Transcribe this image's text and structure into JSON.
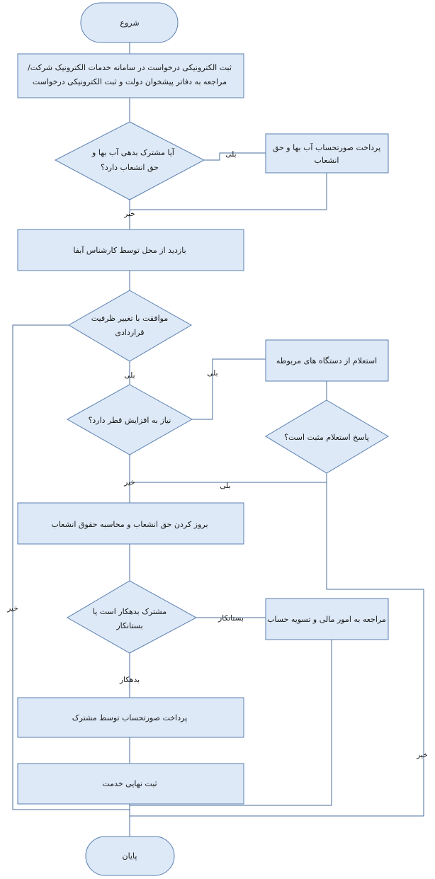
{
  "flowchart": {
    "nodes": {
      "start": "شروع",
      "register_line1": "ثبت الکترونیکی درخواست در سامانه خدمات الکترونیک شرکت/",
      "register_line2": "مراجعه به دفاتر پیشخوان دولت و ثبت الکترونیکی درخواست",
      "debt_q_line1": "آیا مشترک بدهی آب بها و",
      "debt_q_line2": "حق انشعاب دارد؟",
      "pay_line1": "پرداخت صورتحساب آب بها و حق",
      "pay_line2": "انشعاب",
      "visit": "بازدید از محل توسط کارشناس آبفا",
      "capacity_q_line1": "موافقت با تغییر ظرفیت",
      "capacity_q_line2": "قراردادی",
      "inquiry": "استعلام از دستگاه های مربوطه",
      "diameter_q": "نیاز به افزایش قطر دارد؟",
      "inquiry_q": "پاسخ استعلام مثبت است؟",
      "update": "بروز کردن حق انشعاب و محاسبه حقوق انشعاب",
      "debtor_q_line1": "مشترک بدهکار است یا",
      "debtor_q_line2": "بستانکار",
      "finance": "مراجعه به امور مالی و تسویه حساب",
      "pay_bill": "پرداخت صورتحساب توسط مشترک",
      "final": "ثبت نهایی خدمت",
      "end": "پایان"
    },
    "labels": {
      "yes_debt": "بلی",
      "no_debt": "خیر",
      "yes_capacity": "بلی",
      "no_capacity": "خیر",
      "yes_diameter": "بلی",
      "no_diameter": "خیر",
      "yes_inquiry": "بلی",
      "no_inquiry": "خیر",
      "creditor": "بستانکار",
      "debtor": "بدهکار"
    }
  }
}
